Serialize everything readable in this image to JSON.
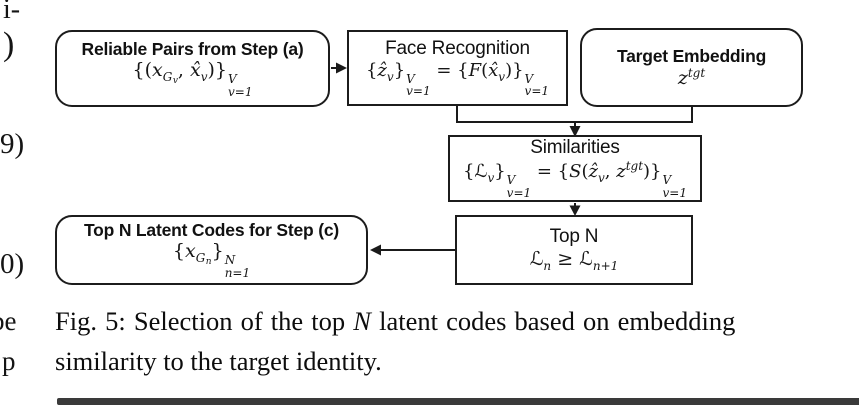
{
  "figure": {
    "boxes": {
      "reliable_pairs": {
        "title": "Reliable Pairs from Step (a)",
        "formula": [
          {
            "u": "{("
          },
          {
            "i": "x"
          },
          {
            "sub": "G"
          },
          {
            "subsub": "v"
          },
          {
            "u": ", "
          },
          {
            "i": "x̂"
          },
          {
            "sub": "v"
          },
          {
            "u": ")}"
          },
          {
            "stack": [
              "V",
              "v=1"
            ]
          }
        ]
      },
      "face_recognition": {
        "title": "Face Recognition",
        "formula": [
          {
            "u": "{"
          },
          {
            "i": "ẑ"
          },
          {
            "sub": "v"
          },
          {
            "u": "}"
          },
          {
            "stack": [
              "V",
              "v=1"
            ]
          },
          {
            "u": " = {"
          },
          {
            "i": "F"
          },
          {
            "u": "("
          },
          {
            "i": "x̂"
          },
          {
            "sub": "v"
          },
          {
            "u": ")}"
          },
          {
            "stack": [
              "V",
              "v=1"
            ]
          }
        ]
      },
      "target_embedding": {
        "title": "Target Embedding",
        "formula": [
          {
            "i": "z"
          },
          {
            "sup": "tgt"
          }
        ]
      },
      "similarities": {
        "title": "Similarities",
        "formula": [
          {
            "u": "{"
          },
          {
            "i": "ℒ"
          },
          {
            "sub": "v"
          },
          {
            "u": "}"
          },
          {
            "stack": [
              "V",
              "v=1"
            ]
          },
          {
            "u": " = {"
          },
          {
            "i": "S"
          },
          {
            "u": "("
          },
          {
            "i": "ẑ"
          },
          {
            "sub": "v"
          },
          {
            "u": ", "
          },
          {
            "i": "z"
          },
          {
            "sup": "tgt"
          },
          {
            "u": ")}"
          },
          {
            "stack": [
              "V",
              "v=1"
            ]
          }
        ]
      },
      "top_n": {
        "title": "Top N",
        "formula": [
          {
            "i": "ℒ"
          },
          {
            "sub": "n"
          },
          {
            "u": " ≥ "
          },
          {
            "i": "ℒ"
          },
          {
            "sub": "n+1"
          }
        ]
      },
      "top_n_latent": {
        "title": "Top N Latent Codes for Step (c)",
        "formula": [
          {
            "u": "{"
          },
          {
            "i": "x"
          },
          {
            "sub": "G"
          },
          {
            "subsub": "n"
          },
          {
            "u": "}"
          },
          {
            "stack": [
              "N",
              "n=1"
            ]
          }
        ]
      }
    },
    "caption": {
      "prefix": "Fig. 5: Selection of the top ",
      "variable": "N",
      "suffix": " latent codes based on embedding",
      "line2": "similarity to the target identity."
    },
    "margin_fragments": [
      "i-",
      ")",
      "9)",
      "0)",
      "be",
      "p"
    ],
    "colors": {
      "ink": "#1a1a1a",
      "footer_bar": "#3a3a3a"
    }
  }
}
